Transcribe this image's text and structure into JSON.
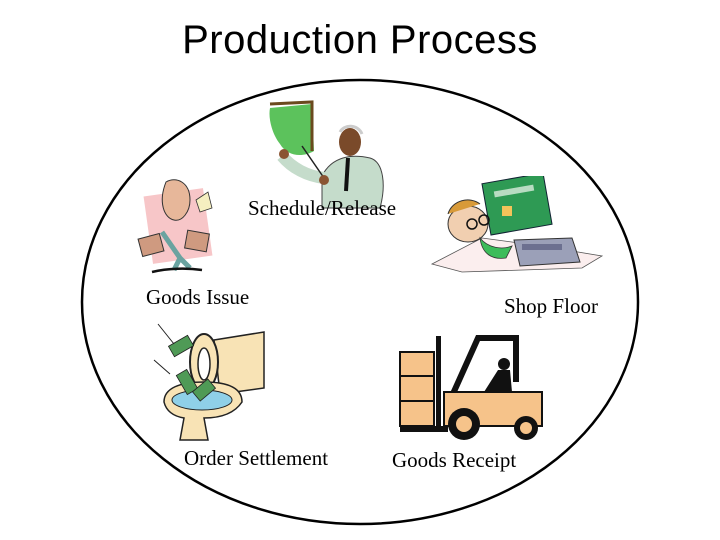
{
  "title": "Production Process",
  "cycle": {
    "shape": "ellipse",
    "stroke_color": "#000000",
    "steps": [
      {
        "label": "Schedule/Release",
        "icon": "presenter-at-chalkboard-icon"
      },
      {
        "label": "Shop Floor",
        "icon": "technician-with-circuit-board-icon"
      },
      {
        "label": "Goods Receipt",
        "icon": "forklift-icon"
      },
      {
        "label": "Order Settlement",
        "icon": "money-in-toilet-icon"
      },
      {
        "label": "Goods Issue",
        "icon": "man-carrying-boxes-icon"
      }
    ]
  },
  "colors": {
    "chalkboard_green": "#5cc25c",
    "shirt_pale_green": "#c5dccb",
    "forklift_orange": "#f6c38a",
    "toilet_beige": "#f8e3b5",
    "paper_pink": "#f7c6c8",
    "circuit_green": "#2e9a54"
  }
}
